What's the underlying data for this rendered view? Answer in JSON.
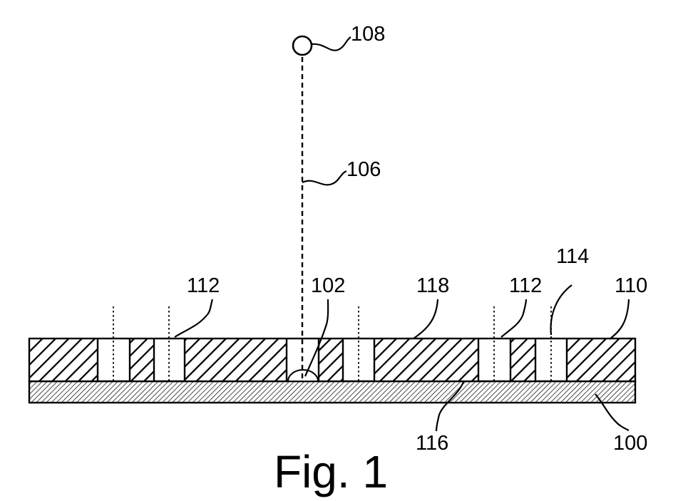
{
  "figure": {
    "caption": "Fig. 1",
    "labels": {
      "ref_108": "108",
      "ref_106": "106",
      "ref_114": "114",
      "ref_112_left": "112",
      "ref_102": "102",
      "ref_118": "118",
      "ref_112_right": "112",
      "ref_110": "110",
      "ref_116": "116",
      "ref_100": "100"
    }
  }
}
